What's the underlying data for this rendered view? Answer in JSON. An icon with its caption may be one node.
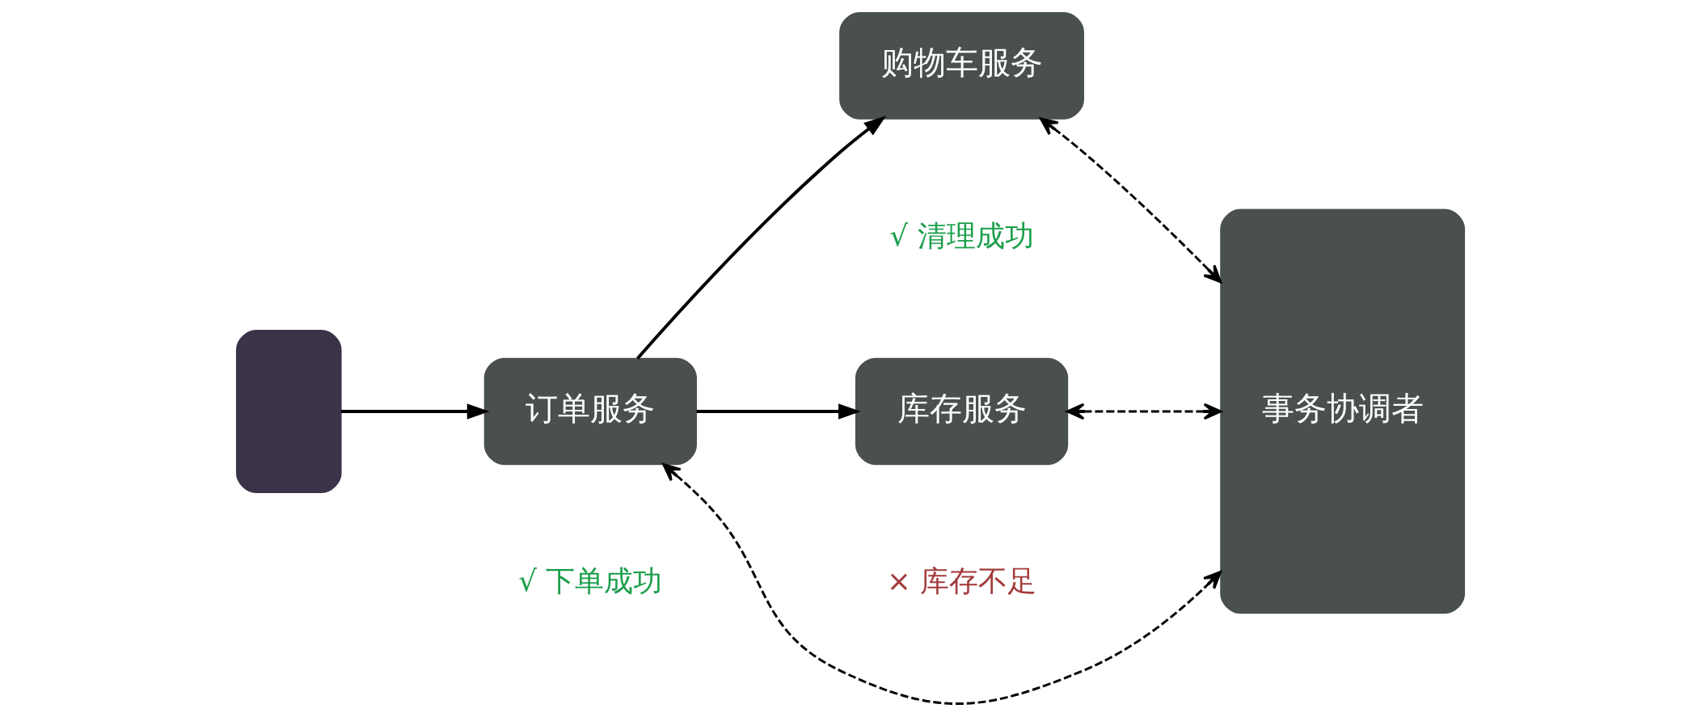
{
  "diagram": {
    "nodes": [
      {
        "text": [],
        "shape": "box"
      },
      {
        "text": [
          "订单服务"
        ],
        "beside": [
          "√ 下单成功"
        ]
      },
      {
        "text": [
          "购物车服务"
        ],
        "beside": [
          "√ 清理成功"
        ]
      },
      {
        "text": [
          "库存服务"
        ],
        "beside": [
          "× 库存不足"
        ]
      },
      {
        "text": [
          "事务协调者"
        ]
      }
    ],
    "edges": [
      {
        "from": 0,
        "to": 1,
        "arrow": "to"
      },
      {
        "from": 1,
        "to": 2,
        "arrow": "to"
      },
      {
        "from": 1,
        "to": 3,
        "arrow": "to"
      },
      {
        "from": 1,
        "to": 4,
        "arrow": "both",
        "style": "dashed"
      },
      {
        "from": 2,
        "to": 4,
        "arrow": "both",
        "style": "dashed"
      },
      {
        "from": 3,
        "to": 4,
        "arrow": "both",
        "style": "dashed"
      }
    ]
  }
}
